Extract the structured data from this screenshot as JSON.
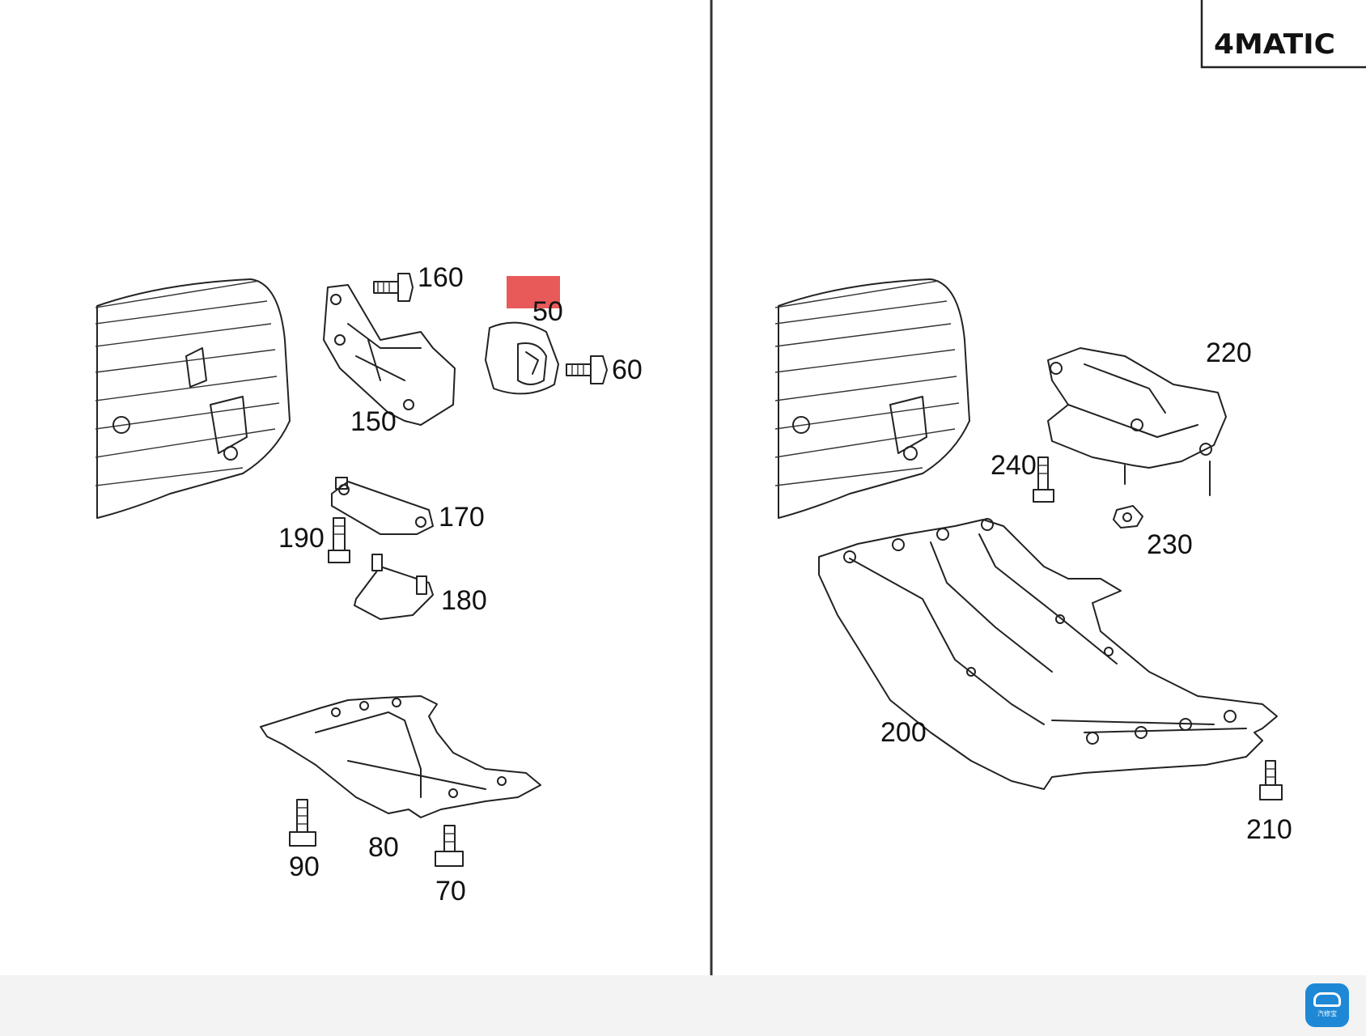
{
  "brand_badge": {
    "text": "4MATIC"
  },
  "highlight_color": "#e85a5a",
  "left_panel": {
    "callouts": [
      {
        "id": "50",
        "label": "50"
      },
      {
        "id": "60",
        "label": "60"
      },
      {
        "id": "70",
        "label": "70"
      },
      {
        "id": "80",
        "label": "80"
      },
      {
        "id": "90",
        "label": "90"
      },
      {
        "id": "150",
        "label": "150"
      },
      {
        "id": "160",
        "label": "160"
      },
      {
        "id": "170",
        "label": "170"
      },
      {
        "id": "180",
        "label": "180"
      },
      {
        "id": "190",
        "label": "190"
      }
    ]
  },
  "right_panel": {
    "callouts": [
      {
        "id": "200",
        "label": "200"
      },
      {
        "id": "210",
        "label": "210"
      },
      {
        "id": "220",
        "label": "220"
      },
      {
        "id": "230",
        "label": "230"
      },
      {
        "id": "240",
        "label": "240"
      }
    ]
  },
  "app_badge": {
    "icon": "car-app-icon",
    "caption": "汽修宝"
  }
}
